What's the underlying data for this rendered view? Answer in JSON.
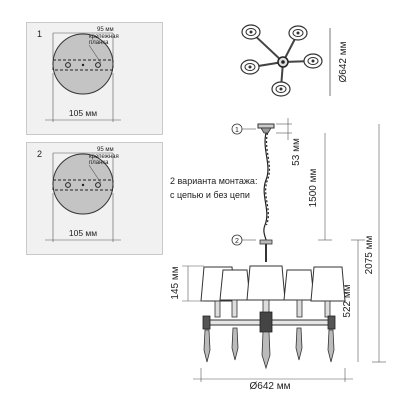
{
  "mount_panels": [
    {
      "number": "1",
      "bracket_width": "95 мм",
      "bracket_label_line1": "крепежная",
      "bracket_label_line2": "планка",
      "canopy_diameter": "105 мм"
    },
    {
      "number": "2",
      "bracket_width": "95 мм",
      "bracket_label_line1": "крепежная",
      "bracket_label_line2": "планка",
      "canopy_diameter": "105 мм"
    }
  ],
  "top_view": {
    "diameter": "Ø642 мм"
  },
  "side_view": {
    "mount_note_line1": "2 варианта монтажа:",
    "mount_note_line2": "с цепью и без цепи",
    "callout_1": "1",
    "callout_2": "2",
    "canopy_height": "53 мм",
    "chain_length": "1500 мм",
    "total_height": "2075 мм",
    "shade_height": "145 мм",
    "body_height": "522 мм",
    "width": "Ø642 мм"
  }
}
